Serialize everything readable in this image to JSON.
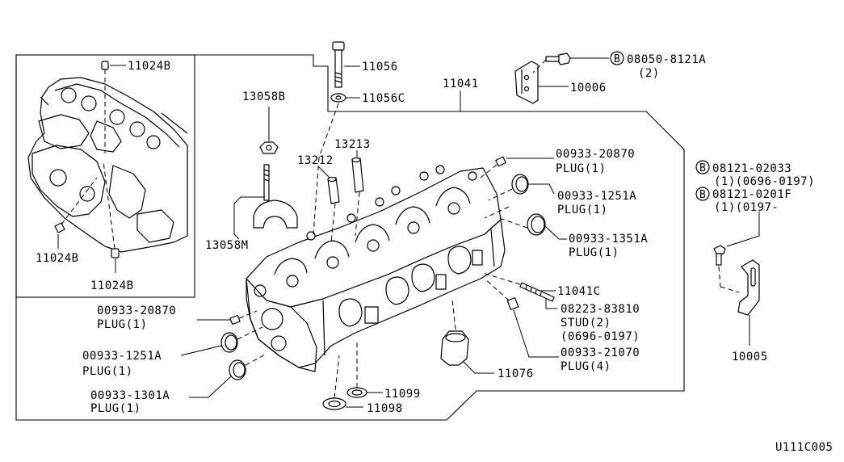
{
  "diagram_code": "U111C005",
  "inset_labels": {
    "a": "11024B",
    "b": "11024B",
    "c": "11024B"
  },
  "labels": {
    "p11056": "11056",
    "p11056c": "11056C",
    "p11041": "11041",
    "p13058b": "13058B",
    "p13058m": "13058M",
    "p13213": "13213",
    "p13212": "13212",
    "p10006": "10006",
    "bolt_08050": "08050-8121A",
    "bolt_08050_qty": "(2)",
    "p00933_20870_top": "00933-20870",
    "plug1_top": "PLUG(1)",
    "p00933_1251a_right": "00933-1251A",
    "plug1_r1": "PLUG(1)",
    "p00933_1351a": "00933-1351A",
    "plug1_r2": "PLUG(1)",
    "p11041c": "11041C",
    "stud_08223": "08223-83810",
    "stud_qty": "STUD(2)",
    "stud_date": "(0696-0197)",
    "p00933_21070": "00933-21070",
    "plug4": "PLUG(4)",
    "p11076": "11076",
    "p11099": "11099",
    "p11098": "11098",
    "p00933_20870_left": "00933-20870",
    "plug1_l1": "PLUG(1)",
    "p00933_1251a_left": "00933-1251A",
    "plug1_l2": "PLUG(1)",
    "p00933_1301a": "00933-1301A",
    "plug1_l3": "PLUG(1)",
    "bolt_08121_02033": "08121-02033",
    "bolt_08121_02033_sub": "(1)(0696-0197)",
    "bolt_08121_0201f": "08121-0201F",
    "bolt_08121_0201f_sub": "(1)(0197-",
    "p10005": "10005",
    "b_mark": "B"
  },
  "icons": [
    "bolt-icon",
    "washer-icon",
    "plug-icon",
    "stud-icon",
    "bracket-icon",
    "cylinder-head-icon",
    "valve-guide-icon",
    "bearing-cap-icon",
    "circled-b-icon"
  ]
}
